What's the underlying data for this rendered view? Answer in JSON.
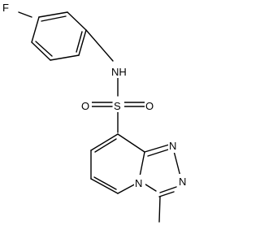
{
  "structure": {
    "atoms": {
      "fluorine": "F",
      "amine_nitrogen": "NH",
      "sulfur": "S",
      "oxygen_left": "O",
      "oxygen_right": "O",
      "triazole_n1": "N",
      "triazole_n2": "N",
      "bridge_n": "N"
    }
  }
}
